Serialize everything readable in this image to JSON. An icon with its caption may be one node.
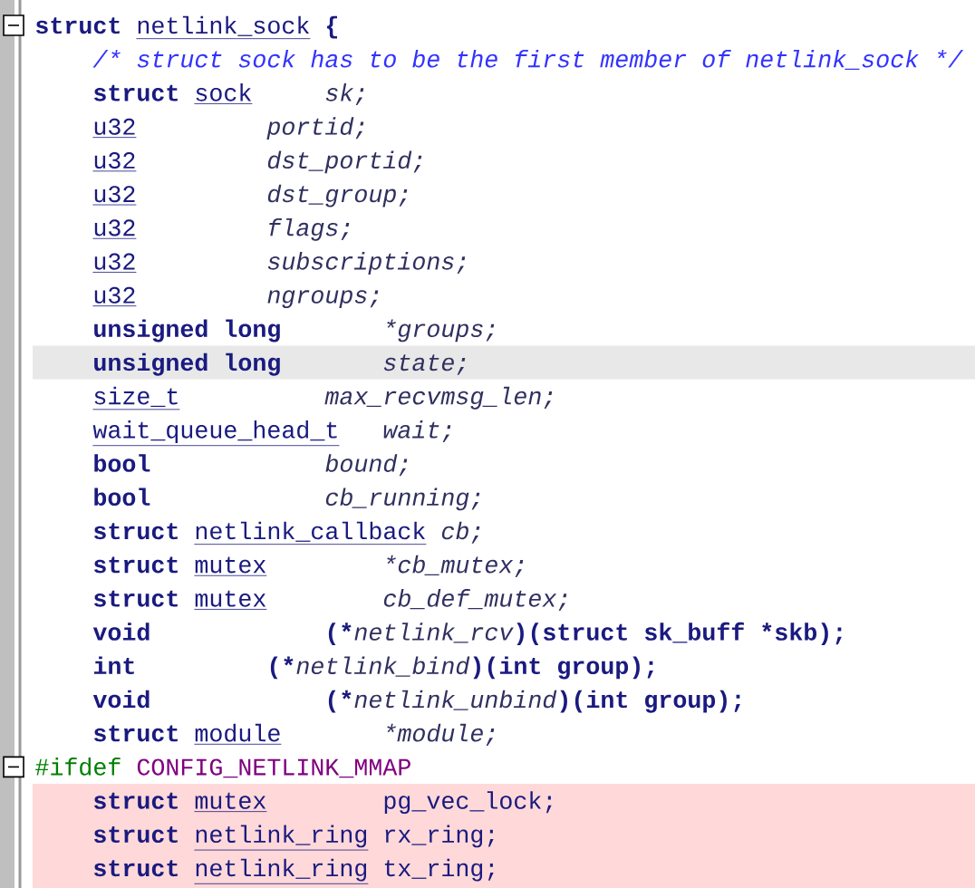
{
  "diagram": {
    "labels": [
      "struct",
      "netlink_sock",
      "{",
      "/* struct sock has to be the first member of netlink_sock */",
      "struct",
      "sock",
      "sk;",
      "u32",
      "portid;",
      "u32",
      "dst_portid;",
      "u32",
      "dst_group;",
      "u32",
      "flags;",
      "u32",
      "subscriptions;",
      "u32",
      "ngroups;",
      "unsigned long",
      "*groups;",
      "unsigned long",
      "state;",
      "size_t",
      "max_recvmsg_len;",
      "wait_queue_head_t",
      "wait;",
      "bool",
      "bound;",
      "bool",
      "cb_running;",
      "struct",
      "netlink_callback",
      "cb;",
      "struct",
      "mutex",
      "*cb_mutex;",
      "struct",
      "mutex",
      "cb_def_mutex;",
      "void",
      "(*",
      "netlink_rcv",
      ")(struct sk_buff *skb);",
      "int",
      "(*",
      "netlink_bind",
      ")(int group);",
      "void",
      "(*",
      "netlink_unbind",
      ")(int group);",
      "struct",
      "module",
      "*module;",
      "#ifdef",
      "CONFIG_NETLINK_MMAP",
      "struct",
      "mutex",
      "pg_vec_lock;",
      "struct",
      "netlink_ring",
      "rx_ring;",
      "struct",
      "netlink_ring",
      "tx_ring;"
    ]
  }
}
